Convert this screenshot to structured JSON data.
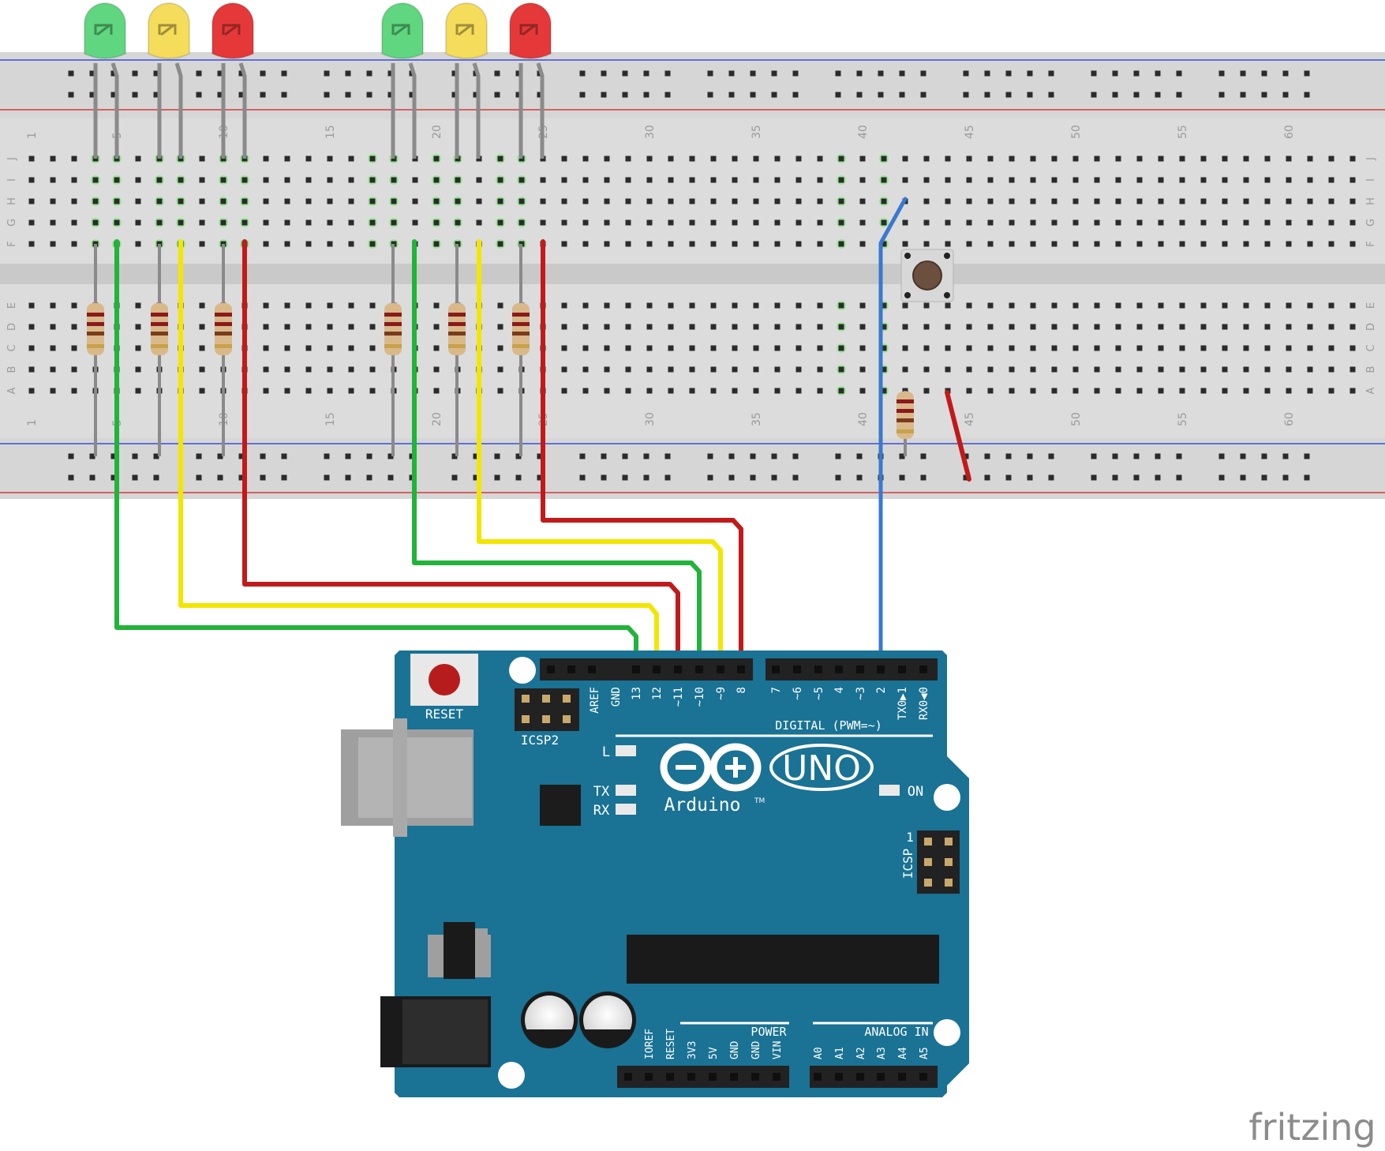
{
  "breadboard": {
    "top_numbers": [
      "1",
      "5",
      "10",
      "15",
      "20",
      "25",
      "30",
      "35",
      "40",
      "45",
      "50",
      "55",
      "60"
    ],
    "bottom_numbers": [
      "1",
      "5",
      "10",
      "15",
      "20",
      "25",
      "30",
      "35",
      "40",
      "45",
      "50",
      "55",
      "60"
    ],
    "rows_top_left": [
      "J",
      "I",
      "H",
      "G",
      "F"
    ],
    "rows_bottom_left": [
      "E",
      "D",
      "C",
      "B",
      "A"
    ],
    "rows_top_right": [
      "J",
      "I",
      "H",
      "G",
      "F"
    ],
    "rows_bottom_right": [
      "E",
      "D",
      "C",
      "B",
      "A"
    ]
  },
  "leds": [
    {
      "color": "green",
      "fill": "#5fd67f"
    },
    {
      "color": "yellow",
      "fill": "#f5dc5a"
    },
    {
      "color": "red",
      "fill": "#e53939"
    },
    {
      "color": "green",
      "fill": "#5fd67f"
    },
    {
      "color": "yellow",
      "fill": "#f5dc5a"
    },
    {
      "color": "red",
      "fill": "#e53939"
    }
  ],
  "wire_colors": {
    "green": "#22b33a",
    "yellow": "#f2e600",
    "red": "#c21a1a",
    "blue": "#3a78d1"
  },
  "arduino": {
    "reset_label": "RESET",
    "icsp2_label": "ICSP2",
    "icsp_label": "ICSP",
    "icsp_pin1": "1",
    "digital_label": "DIGITAL (PWM=~)",
    "digital_pins": [
      "AREF",
      "GND",
      "13",
      "12",
      "~11",
      "~10",
      "~9",
      "8",
      "7",
      "~6",
      "~5",
      "4",
      "~3",
      "2",
      "TX0▶1",
      "RX0◀0"
    ],
    "led_l": "L",
    "led_tx": "TX",
    "led_rx": "RX",
    "led_on": "ON",
    "uno_label": "UNO",
    "brand_label": "Arduino",
    "trademark": "TM",
    "power_label": "POWER",
    "analog_label": "ANALOG IN",
    "power_pins": [
      "IOREF",
      "RESET",
      "3V3",
      "5V",
      "GND",
      "GND",
      "VIN"
    ],
    "analog_pins": [
      "A0",
      "A1",
      "A2",
      "A3",
      "A4",
      "A5"
    ],
    "board_color": "#1a7294"
  },
  "watermark": "fritzing"
}
